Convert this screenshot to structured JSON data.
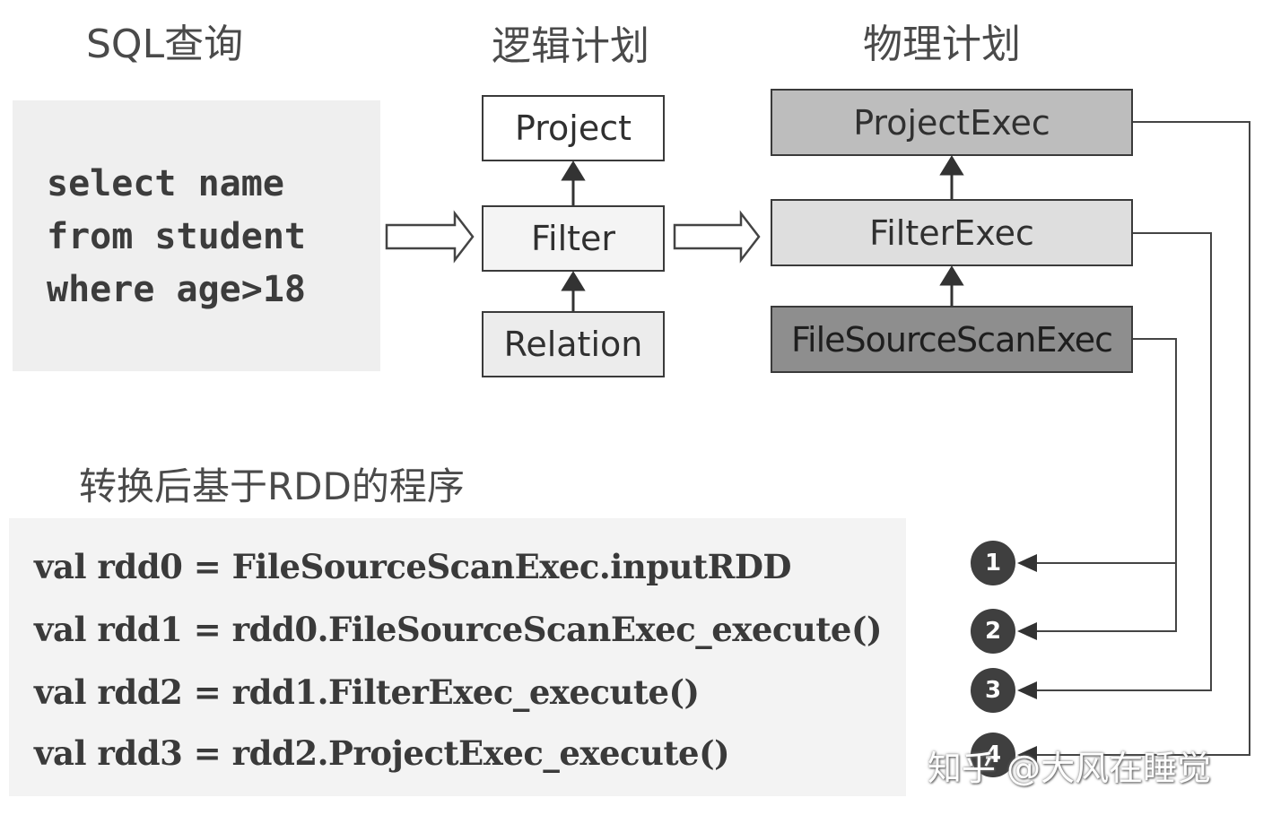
{
  "headings": {
    "sql": "SQL查询",
    "logical": "逻辑计划",
    "physical": "物理计划",
    "rdd": "转换后基于RDD的程序"
  },
  "sql_query": [
    "select name",
    "from student",
    "where age>18"
  ],
  "logical_plan": [
    "Project",
    "Filter",
    "Relation"
  ],
  "physical_plan": [
    "ProjectExec",
    "FilterExec",
    "FileSourceScanExec"
  ],
  "rdd_program": [
    "val rdd0 = FileSourceScanExec.inputRDD",
    "val rdd1 = rdd0.FileSourceScanExec_execute()",
    "val rdd2 = rdd1.FilterExec_execute()",
    "val rdd3 = rdd2.ProjectExec_execute()"
  ],
  "badges": [
    "1",
    "2",
    "3",
    "4"
  ],
  "watermark": "知乎 @大风在睡觉"
}
